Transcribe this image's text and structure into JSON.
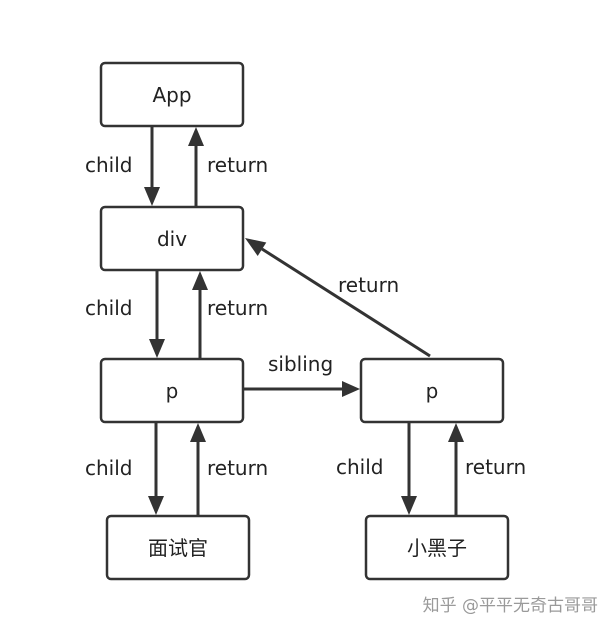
{
  "nodes": {
    "app": "App",
    "div": "div",
    "p1": "p",
    "p2": "p",
    "interviewer": "面试官",
    "xiaoheizi": "小黑子"
  },
  "edges": {
    "child": "child",
    "return": "return",
    "sibling": "sibling"
  },
  "watermark": "知乎 @平平无奇古哥哥"
}
